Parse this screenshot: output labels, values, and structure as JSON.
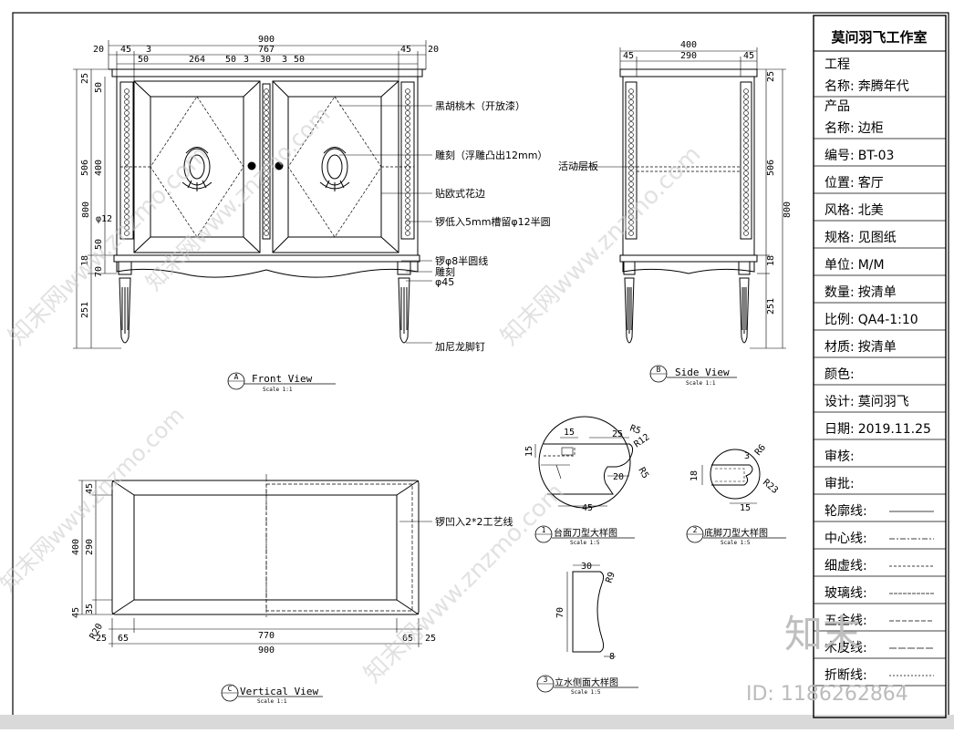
{
  "title_block": {
    "studio": "莫问羽飞工作室",
    "rows": [
      {
        "label": "工程",
        "value": ""
      },
      {
        "label": "名称:",
        "value": "奔腾年代"
      },
      {
        "label": "产品",
        "value": ""
      },
      {
        "label": "名称:",
        "value": "边柜"
      },
      {
        "label": "编号:",
        "value": "BT-03"
      },
      {
        "label": "位置:",
        "value": "客厅"
      },
      {
        "label": "风格:",
        "value": "北美"
      },
      {
        "label": "规格:",
        "value": "见图纸"
      },
      {
        "label": "单位:",
        "value": "M/M"
      },
      {
        "label": "数量:",
        "value": "按清单"
      },
      {
        "label": "比例:",
        "value": "QA4-1:10"
      },
      {
        "label": "材质:",
        "value": "按清单"
      },
      {
        "label": "颜色:",
        "value": ""
      },
      {
        "label": "设计:",
        "value": "莫问羽飞"
      },
      {
        "label": "日期:",
        "value": "2019.11.25"
      },
      {
        "label": "审核:",
        "value": ""
      },
      {
        "label": "审批:",
        "value": ""
      },
      {
        "label": "轮廓线:",
        "value": ""
      },
      {
        "label": "中心线:",
        "value": ""
      },
      {
        "label": "细虚线:",
        "value": ""
      },
      {
        "label": "玻璃线:",
        "value": ""
      },
      {
        "label": "五金线:",
        "value": ""
      },
      {
        "label": "木皮线:",
        "value": ""
      },
      {
        "label": "折断线:",
        "value": ""
      }
    ]
  },
  "front_view": {
    "label": "Front View",
    "tag": "A",
    "scale": "Scale 1:1",
    "dims_top": [
      "900",
      "20",
      "45",
      "3",
      "767",
      "45",
      "20"
    ],
    "dims_inner": [
      "50",
      "264",
      "50",
      "3",
      "30",
      "3",
      "50"
    ],
    "dims_left": [
      "800",
      "506",
      "400",
      "25",
      "50",
      "50",
      "18",
      "70",
      "251",
      "12"
    ],
    "notes": {
      "wood": "黑胡桃木（开放漆）",
      "carving": "雕刻（浮雕凸出12mm）",
      "trim": "贴欧式花边",
      "groove": "锣低入5mm槽留φ12半圆",
      "line8": "锣φ8半圆线",
      "carve2": "雕刻",
      "phi45": "φ45",
      "nail": "加尼龙脚钉"
    }
  },
  "side_view": {
    "label": "Side View",
    "tag": "B",
    "scale": "Scale 1:1",
    "dims_top": [
      "400",
      "45",
      "290",
      "45"
    ],
    "dims_right": [
      "25",
      "506",
      "800",
      "18",
      "251"
    ],
    "note_shelf": "活动层板"
  },
  "vertical_view": {
    "label": "Vertical View",
    "tag": "C",
    "scale": "Scale 1:1",
    "dims_bottom": [
      "25",
      "65",
      "770",
      "65",
      "25",
      "900"
    ],
    "dims_left": [
      "45",
      "400",
      "290",
      "45",
      "35",
      "R20"
    ],
    "note": "锣凹入2*2工艺线"
  },
  "detail1": {
    "tag": "1",
    "label": "台面刀型大样图",
    "scale": "Scale 1:5",
    "dims": [
      "15",
      "25",
      "R5",
      "R12",
      "15",
      "20",
      "R5",
      "45"
    ]
  },
  "detail2": {
    "tag": "2",
    "label": "底脚刀型大样图",
    "scale": "Scale 1:5",
    "dims": [
      "3",
      "R6",
      "18",
      "R23",
      "15"
    ]
  },
  "detail3": {
    "tag": "3",
    "label": "立水侧面大样图",
    "scale": "Scale 1:5",
    "dims": [
      "30",
      "R9",
      "70",
      "8"
    ]
  },
  "watermark": {
    "text": "知末网www.znzmo.com",
    "logo": "知末",
    "id": "ID: 1186262864"
  }
}
